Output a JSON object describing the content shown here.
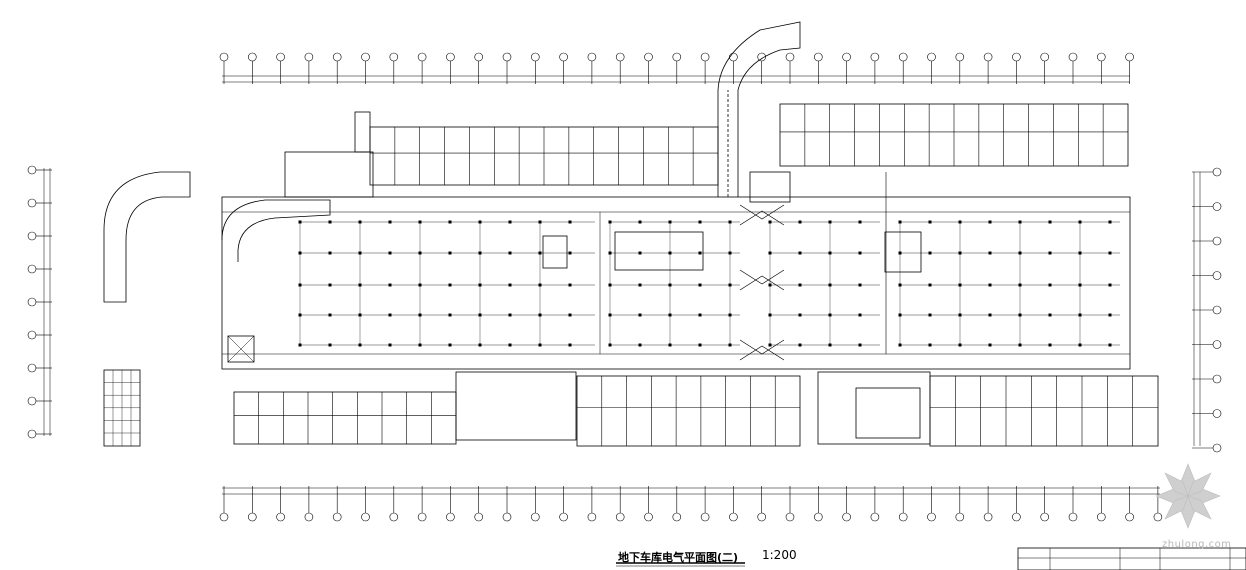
{
  "drawing": {
    "title": "地下车库电气平面图(二)",
    "scale": "1:200"
  },
  "watermark": {
    "site": "zhulong.com"
  },
  "colors": {
    "line": "#000000",
    "watermark": "#c8c8c8",
    "background": "#ffffff"
  },
  "icons": {
    "logo": "zhulong-snowflake-logo"
  }
}
